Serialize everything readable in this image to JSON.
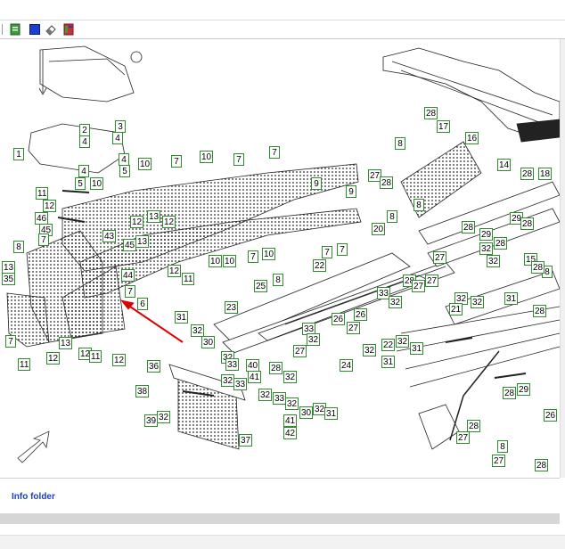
{
  "toolbar": {
    "buttons": [
      {
        "name": "green-page-icon",
        "color": "#3a9b3a"
      },
      {
        "name": "blue-square-icon",
        "color": "#1d3fcf"
      },
      {
        "name": "eraser-icon",
        "color": "#555555"
      },
      {
        "name": "red-book-icon",
        "color": "#c83232"
      }
    ]
  },
  "callouts": [
    {
      "t": "2"
    },
    {
      "t": "3"
    },
    {
      "t": "4"
    },
    {
      "t": "4"
    },
    {
      "t": "1"
    },
    {
      "t": "4"
    },
    {
      "t": "4"
    },
    {
      "t": "5"
    },
    {
      "t": "5"
    },
    {
      "t": "10"
    },
    {
      "t": "10"
    },
    {
      "t": "7"
    },
    {
      "t": "10"
    },
    {
      "t": "7"
    },
    {
      "t": "7"
    },
    {
      "t": "9"
    },
    {
      "t": "11"
    },
    {
      "t": "12"
    },
    {
      "t": "46"
    },
    {
      "t": "45"
    },
    {
      "t": "7"
    },
    {
      "t": "8"
    },
    {
      "t": "13"
    },
    {
      "t": "35"
    },
    {
      "t": "43"
    },
    {
      "t": "12"
    },
    {
      "t": "13"
    },
    {
      "t": "12"
    },
    {
      "t": "13"
    },
    {
      "t": "45"
    },
    {
      "t": "44"
    },
    {
      "t": "7"
    },
    {
      "t": "6"
    },
    {
      "t": "12"
    },
    {
      "t": "11"
    },
    {
      "t": "10"
    },
    {
      "t": "10"
    },
    {
      "t": "7"
    },
    {
      "t": "10"
    },
    {
      "t": "8"
    },
    {
      "t": "12"
    },
    {
      "t": "13"
    },
    {
      "t": "12"
    },
    {
      "t": "12"
    },
    {
      "t": "11"
    },
    {
      "t": "7"
    },
    {
      "t": "11"
    },
    {
      "t": "31"
    },
    {
      "t": "32"
    },
    {
      "t": "30"
    },
    {
      "t": "23"
    },
    {
      "t": "25"
    },
    {
      "t": "8"
    },
    {
      "t": "22"
    },
    {
      "t": "7"
    },
    {
      "t": "7"
    },
    {
      "t": "9"
    },
    {
      "t": "20"
    },
    {
      "t": "8"
    },
    {
      "t": "8"
    },
    {
      "t": "36"
    },
    {
      "t": "38"
    },
    {
      "t": "39"
    },
    {
      "t": "32"
    },
    {
      "t": "37"
    },
    {
      "t": "32"
    },
    {
      "t": "33"
    },
    {
      "t": "32"
    },
    {
      "t": "40"
    },
    {
      "t": "41"
    },
    {
      "t": "28"
    },
    {
      "t": "32"
    },
    {
      "t": "33"
    },
    {
      "t": "32"
    },
    {
      "t": "33"
    },
    {
      "t": "32"
    },
    {
      "t": "41"
    },
    {
      "t": "42"
    },
    {
      "t": "30"
    },
    {
      "t": "32"
    },
    {
      "t": "31"
    },
    {
      "t": "24"
    },
    {
      "t": "27"
    },
    {
      "t": "33"
    },
    {
      "t": "32"
    },
    {
      "t": "26"
    },
    {
      "t": "27"
    },
    {
      "t": "26"
    },
    {
      "t": "32"
    },
    {
      "t": "31"
    },
    {
      "t": "22"
    },
    {
      "t": "32"
    },
    {
      "t": "31"
    },
    {
      "t": "33"
    },
    {
      "t": "32"
    },
    {
      "t": "28"
    },
    {
      "t": "27"
    },
    {
      "t": "27"
    },
    {
      "t": "27"
    },
    {
      "t": "28"
    },
    {
      "t": "17"
    },
    {
      "t": "16"
    },
    {
      "t": "8"
    },
    {
      "t": "27"
    },
    {
      "t": "28"
    },
    {
      "t": "14"
    },
    {
      "t": "28"
    },
    {
      "t": "18"
    },
    {
      "t": "29"
    },
    {
      "t": "28"
    },
    {
      "t": "28"
    },
    {
      "t": "29"
    },
    {
      "t": "28"
    },
    {
      "t": "32"
    },
    {
      "t": "32"
    },
    {
      "t": "15"
    },
    {
      "t": "28"
    },
    {
      "t": "32"
    },
    {
      "t": "32"
    },
    {
      "t": "21"
    },
    {
      "t": "31"
    },
    {
      "t": "8"
    },
    {
      "t": "28"
    },
    {
      "t": "28"
    },
    {
      "t": "29"
    },
    {
      "t": "26"
    },
    {
      "t": "28"
    },
    {
      "t": "27"
    },
    {
      "t": "8"
    },
    {
      "t": "27"
    },
    {
      "t": "28"
    }
  ],
  "footer": {
    "info_link": "Info folder"
  }
}
